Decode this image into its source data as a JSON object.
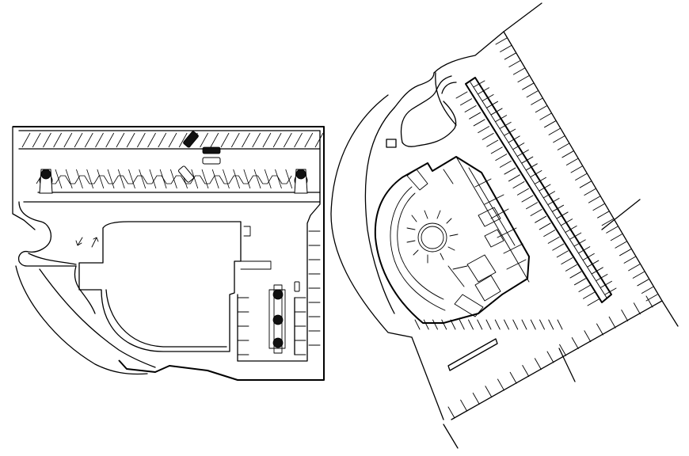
{
  "drawing": {
    "description_visible_text": "",
    "plans": [
      {
        "id": "left",
        "bays_top_row": 28,
        "bays_right_column": 8
      },
      {
        "id": "right",
        "bays_long_row": 34,
        "bays_bottom_row": 16
      }
    ]
  }
}
